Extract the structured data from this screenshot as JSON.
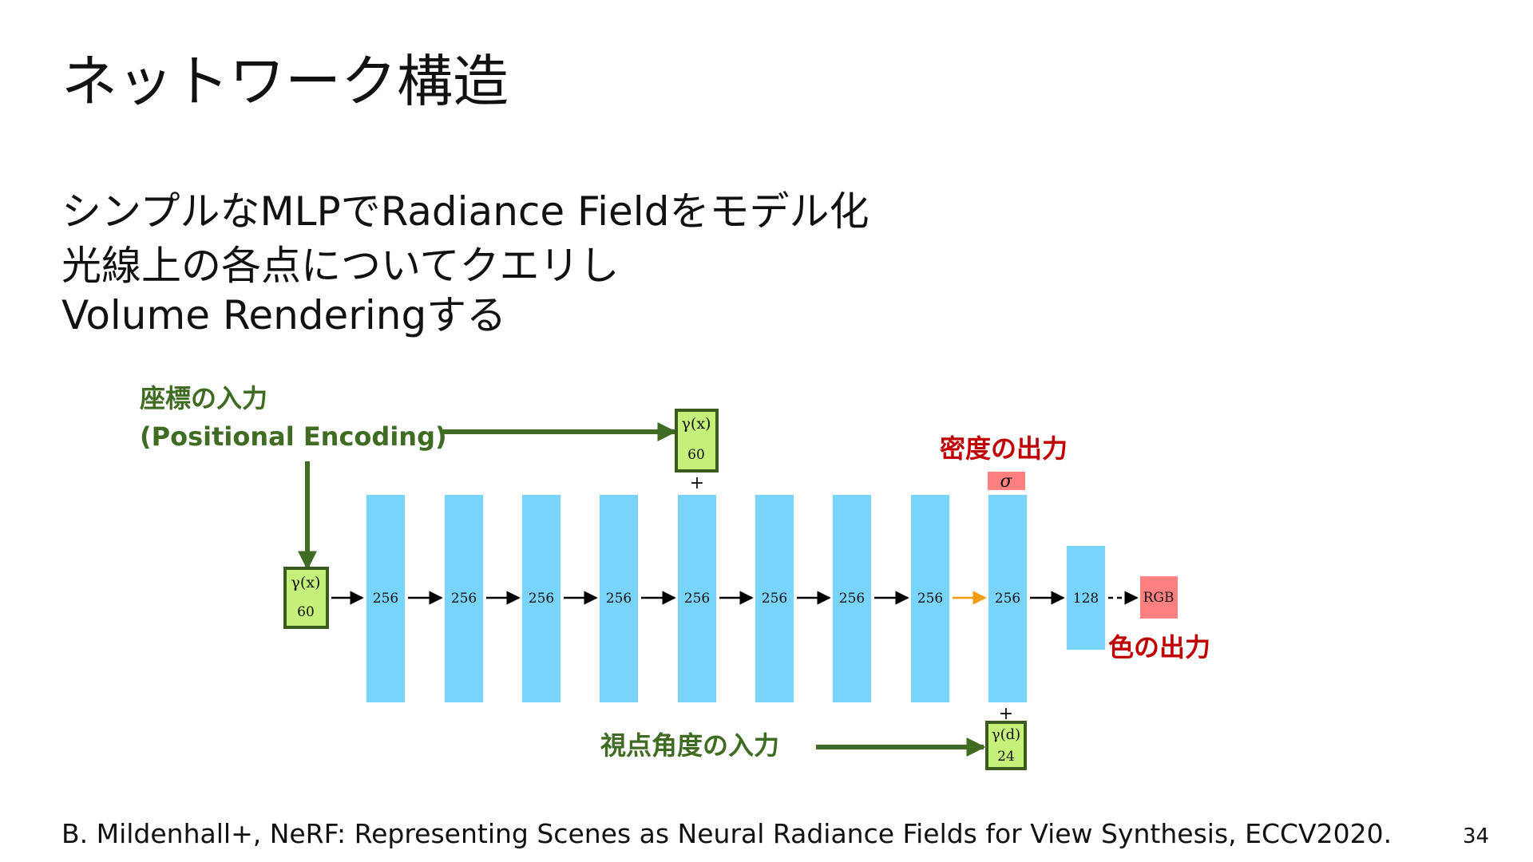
{
  "slide": {
    "title": "ネットワーク構造",
    "bullets": [
      "シンプルなMLPでRadiance Fieldをモデル化",
      "光線上の各点についてクエリし",
      "Volume Renderingする"
    ],
    "citation": "B. Mildenhall+, NeRF: Representing Scenes as Neural Radiance Fields for View Synthesis, ECCV2020.",
    "page_number": "34"
  },
  "diagram": {
    "colors": {
      "layer": "#79d4fc",
      "input_box_fill": "#c5f07a",
      "input_box_border": "#3b5a1e",
      "annotation_green": "#3f6b22",
      "annotation_red": "#c00000",
      "output_fill": "#ff8080",
      "orange_arrow": "#f39c12"
    },
    "annotations": {
      "coord_input_line1": "座標の入力",
      "coord_input_line2": "(Positional Encoding)",
      "density_output": "密度の出力",
      "color_output": "色の出力",
      "view_input": "視点角度の入力"
    },
    "input_boxes": {
      "gamma_x_main": {
        "label": "γ(x)",
        "value": "60"
      },
      "gamma_x_skip": {
        "label": "γ(x)",
        "value": "60"
      },
      "gamma_d": {
        "label": "γ(d)",
        "value": "24"
      }
    },
    "plus_sign": "+",
    "sigma": "σ",
    "layers": [
      "256",
      "256",
      "256",
      "256",
      "256",
      "256",
      "256",
      "256",
      "256",
      "128"
    ],
    "output": "RGB"
  }
}
